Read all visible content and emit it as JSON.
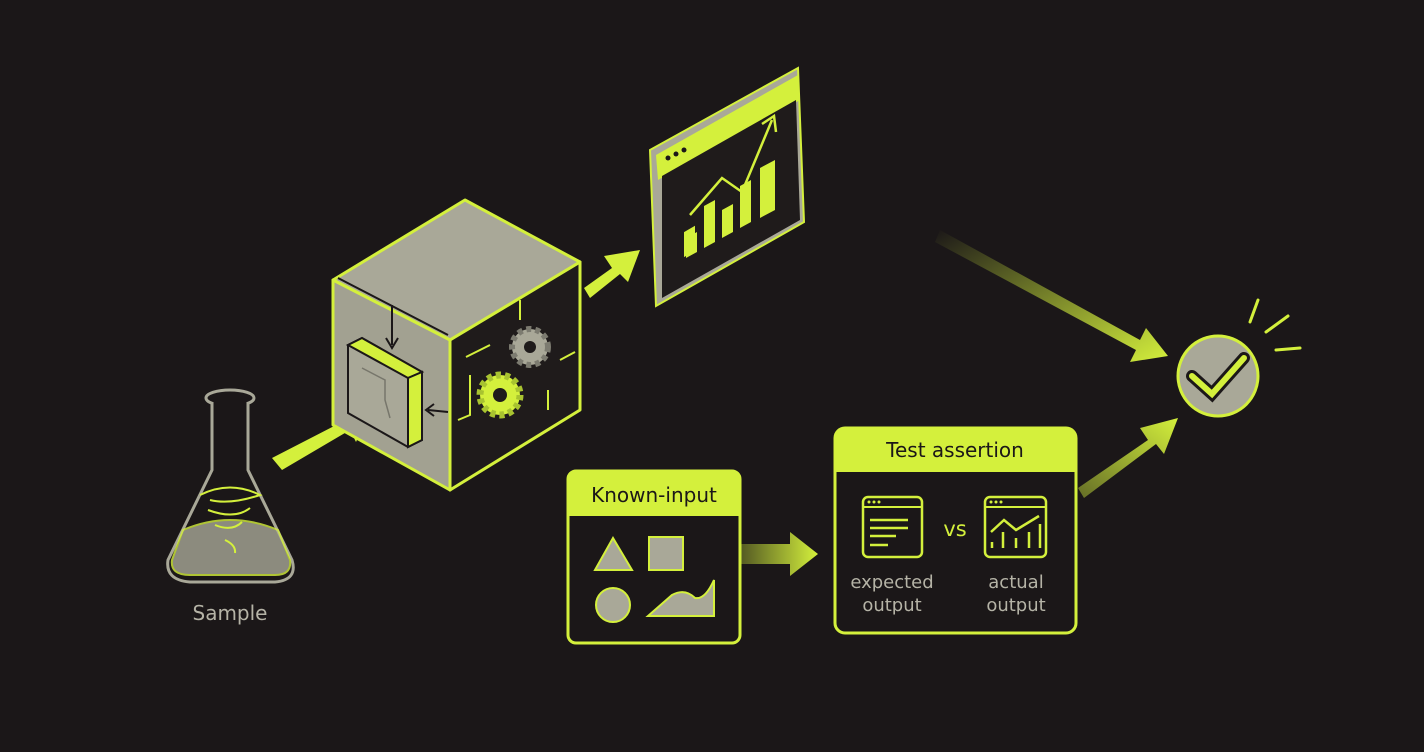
{
  "colors": {
    "background": "#1b1718",
    "accent": "#d4f03c",
    "neutral": "#a9a898",
    "text_dark": "#1b1718",
    "text_light": "#b5b3a6"
  },
  "sample": {
    "label": "Sample"
  },
  "known_input": {
    "title": "Known-input"
  },
  "test_assertion": {
    "title": "Test assertion",
    "vs": "vs",
    "expected": [
      "expected",
      "output"
    ],
    "actual": [
      "actual",
      "output"
    ]
  }
}
